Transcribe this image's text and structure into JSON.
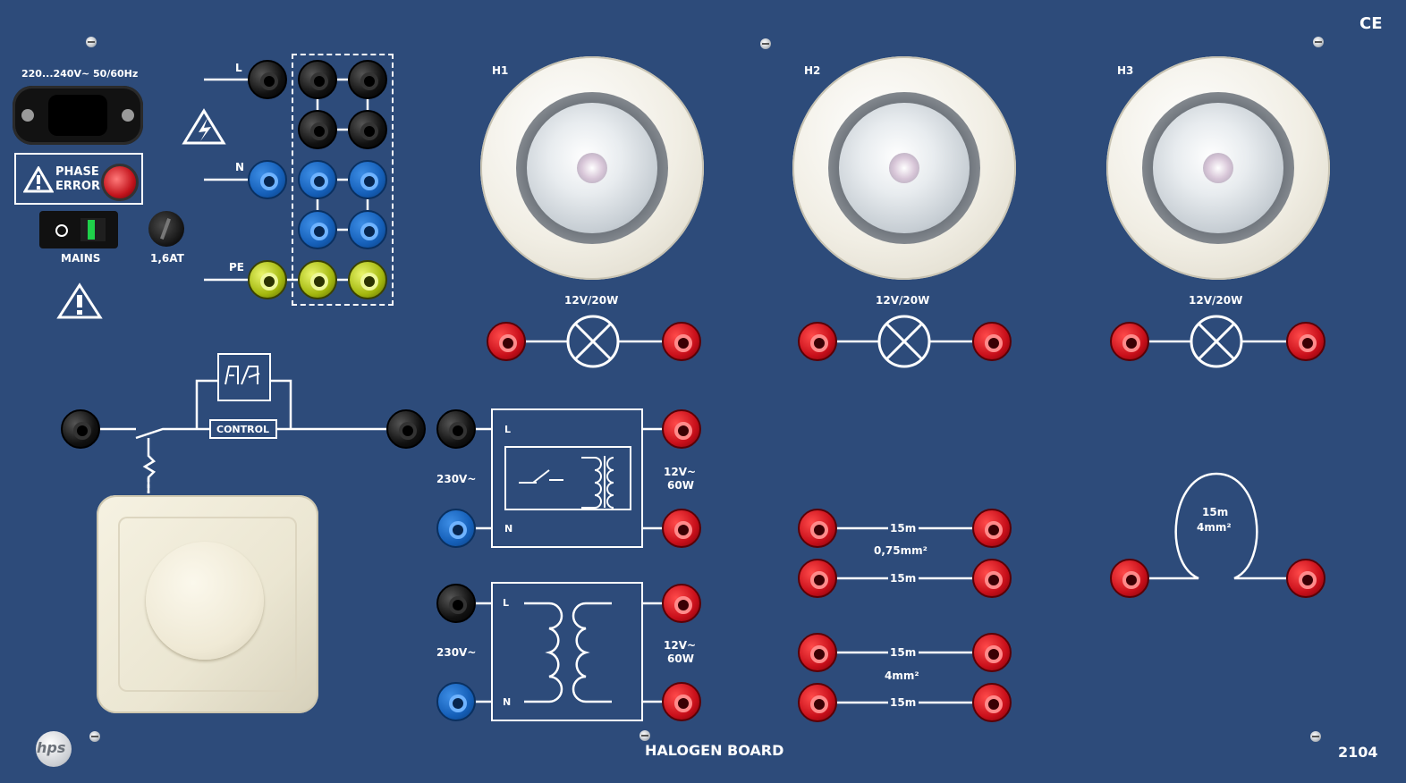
{
  "board": {
    "title": "HALOGEN  BOARD",
    "model": "2104",
    "ce_mark": "CE",
    "brand": "hps"
  },
  "power": {
    "inlet_rating": "220...240V~ 50/60Hz",
    "phase_error_line1": "PHASE",
    "phase_error_line2": "ERROR",
    "mains_label": "MAINS",
    "fuse_label": "1,6AT"
  },
  "distribution": {
    "l_label": "L",
    "n_label": "N",
    "pe_label": "PE"
  },
  "dimmer": {
    "control_label": "CONTROL"
  },
  "lamps": [
    {
      "id_label": "H1",
      "rating": "12V/20W"
    },
    {
      "id_label": "H2",
      "rating": "12V/20W"
    },
    {
      "id_label": "H3",
      "rating": "12V/20W"
    }
  ],
  "transformers": [
    {
      "input": "230V~",
      "output_line1": "12V~",
      "output_line2": "60W",
      "l": "L",
      "n": "N"
    },
    {
      "input": "230V~",
      "output_line1": "12V~",
      "output_line2": "60W",
      "l": "L",
      "n": "N"
    }
  ],
  "cables": {
    "length_label": "15m",
    "section_small": "0,75mm²",
    "section_large": "4mm²",
    "coil_length": "15m",
    "coil_section": "4mm²"
  },
  "colors": {
    "panel": "#2d4b7a",
    "socket_black": "#111111",
    "socket_blue": "#155fb8",
    "socket_red": "#c80f1a",
    "socket_pe": "#a4b80f",
    "line": "#ffffff"
  }
}
